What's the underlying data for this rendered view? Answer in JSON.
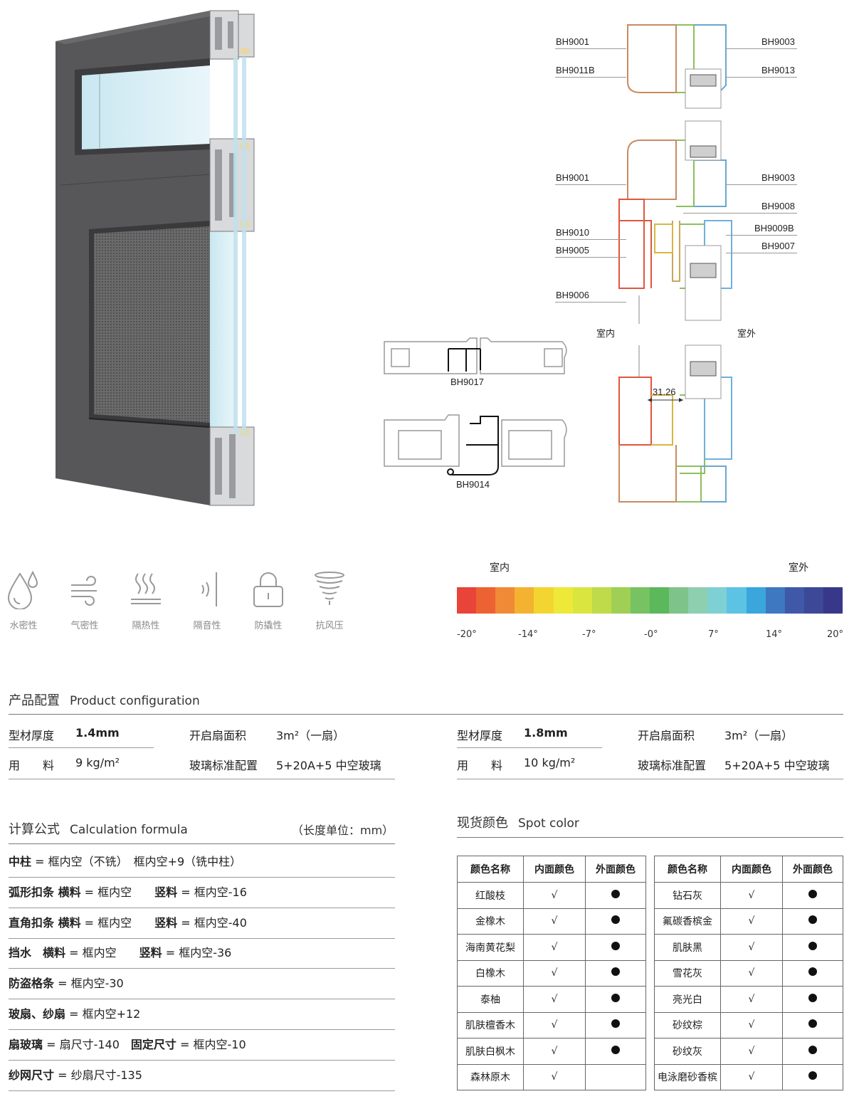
{
  "profile_labels": {
    "top_left": [
      "BH9001",
      "BH9011B"
    ],
    "top_right": [
      "BH9003",
      "BH9013"
    ],
    "mid_left": [
      "BH9001",
      "BH9010",
      "BH9005",
      "BH9006"
    ],
    "mid_right": [
      "BH9003",
      "BH9008",
      "BH9009B",
      "BH9007"
    ],
    "indoor": "室内",
    "outdoor": "室外",
    "mullion_a": "BH9017",
    "mullion_b": "BH9014",
    "dimension": "31.26"
  },
  "features": [
    {
      "icon": "water-drop-icon",
      "label": "水密性"
    },
    {
      "icon": "wind-icon",
      "label": "气密性"
    },
    {
      "icon": "heat-icon",
      "label": "隔热性"
    },
    {
      "icon": "sound-icon",
      "label": "隔音性"
    },
    {
      "icon": "lock-icon",
      "label": "防撬性"
    },
    {
      "icon": "tornado-icon",
      "label": "抗风压"
    }
  ],
  "temp_scale": {
    "indoor": "室内",
    "outdoor": "室外",
    "ticks": [
      "-20°",
      "-14°",
      "-7°",
      "-0°",
      "7°",
      "14°",
      "20°"
    ],
    "colors": [
      "#e8443a",
      "#ec6232",
      "#f08a36",
      "#f4b231",
      "#f3d532",
      "#eee938",
      "#dbe540",
      "#bfdb4a",
      "#9fcf54",
      "#77c262",
      "#5bb85b",
      "#7ec48a",
      "#8ecfb0",
      "#7fd0d4",
      "#5cc3e4",
      "#3aa6db",
      "#3d78c0",
      "#3f58a8",
      "#3d4896",
      "#38388a"
    ]
  },
  "product_config": {
    "title_cn": "产品配置",
    "title_en": "Product configuration",
    "left": {
      "thickness_label": "型材厚度",
      "thickness": "1.4mm",
      "area_label": "开启扇面积",
      "area": "3m²（一扇）",
      "usage_label": "用　　料",
      "usage": "9 kg/m²",
      "glass_label": "玻璃标准配置",
      "glass": "5+20A+5 中空玻璃"
    },
    "right": {
      "thickness_label": "型材厚度",
      "thickness": "1.8mm",
      "area_label": "开启扇面积",
      "area": "3m²（一扇）",
      "usage_label": "用　　料",
      "usage": "10 kg/m²",
      "glass_label": "玻璃标准配置",
      "glass": "5+20A+5 中空玻璃"
    }
  },
  "formula": {
    "title_cn": "计算公式",
    "title_en": "Calculation formula",
    "unit": "（长度单位：mm）",
    "rows": [
      [
        {
          "b": "中柱"
        },
        {
          "t": " = 框内空（不铣）　框内空+9（铣中柱）"
        }
      ],
      [
        {
          "b": "弧形扣条 横料"
        },
        {
          "t": " = 框内空　　"
        },
        {
          "b": "竖料"
        },
        {
          "t": " = 框内空-16"
        }
      ],
      [
        {
          "b": "直角扣条 横料"
        },
        {
          "t": " = 框内空　　"
        },
        {
          "b": "竖料"
        },
        {
          "t": " = 框内空-40"
        }
      ],
      [
        {
          "b": "挡水　横料"
        },
        {
          "t": " = 框内空　　"
        },
        {
          "b": "竖料"
        },
        {
          "t": " = 框内空-36"
        }
      ],
      [
        {
          "b": "防盗格条"
        },
        {
          "t": " = 框内空-30"
        }
      ],
      [
        {
          "b": "玻扇、纱扇"
        },
        {
          "t": " = 框内空+12"
        }
      ],
      [
        {
          "b": "扇玻璃"
        },
        {
          "t": " = 扇尺寸-140　"
        },
        {
          "b": "固定尺寸"
        },
        {
          "t": " = 框内空-10"
        }
      ],
      [
        {
          "b": "纱网尺寸"
        },
        {
          "t": " = 纱扇尺寸-135"
        }
      ]
    ]
  },
  "spot_color": {
    "title_cn": "现货颜色",
    "title_en": "Spot color",
    "headers": [
      "颜色名称",
      "内面颜色",
      "外面颜色"
    ],
    "left": [
      {
        "name": "红酸枝",
        "inner": "√",
        "outer": true
      },
      {
        "name": "金橡木",
        "inner": "√",
        "outer": true
      },
      {
        "name": "海南黄花梨",
        "inner": "√",
        "outer": true
      },
      {
        "name": "白橡木",
        "inner": "√",
        "outer": true
      },
      {
        "name": "泰柚",
        "inner": "√",
        "outer": true
      },
      {
        "name": "肌肤檀香木",
        "inner": "√",
        "outer": true
      },
      {
        "name": "肌肤白枫木",
        "inner": "√",
        "outer": true
      },
      {
        "name": "森林原木",
        "inner": "√",
        "outer": false
      }
    ],
    "right": [
      {
        "name": "钻石灰",
        "inner": "√",
        "outer": true
      },
      {
        "name": "氟碳香槟金",
        "inner": "√",
        "outer": true
      },
      {
        "name": "肌肤黑",
        "inner": "√",
        "outer": true
      },
      {
        "name": "雪花灰",
        "inner": "√",
        "outer": true
      },
      {
        "name": "亮光白",
        "inner": "√",
        "outer": true
      },
      {
        "name": "砂纹棕",
        "inner": "√",
        "outer": true
      },
      {
        "name": "砂纹灰",
        "inner": "√",
        "outer": true
      },
      {
        "name": "电泳磨砂香槟",
        "inner": "√",
        "outer": true
      }
    ]
  }
}
